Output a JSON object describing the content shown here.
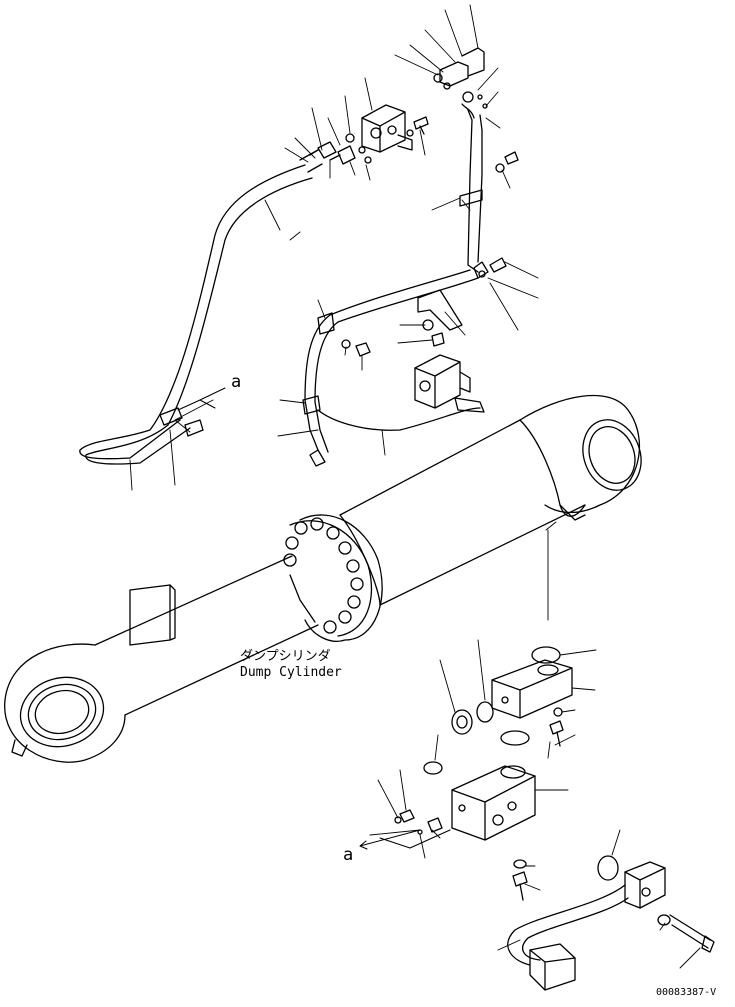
{
  "diagram": {
    "title_jp": "ダンプシリンダ",
    "title_en": "Dump Cylinder",
    "callout_a_top": "a",
    "callout_a_bottom": "a",
    "drawing_code": "00083387-V"
  }
}
